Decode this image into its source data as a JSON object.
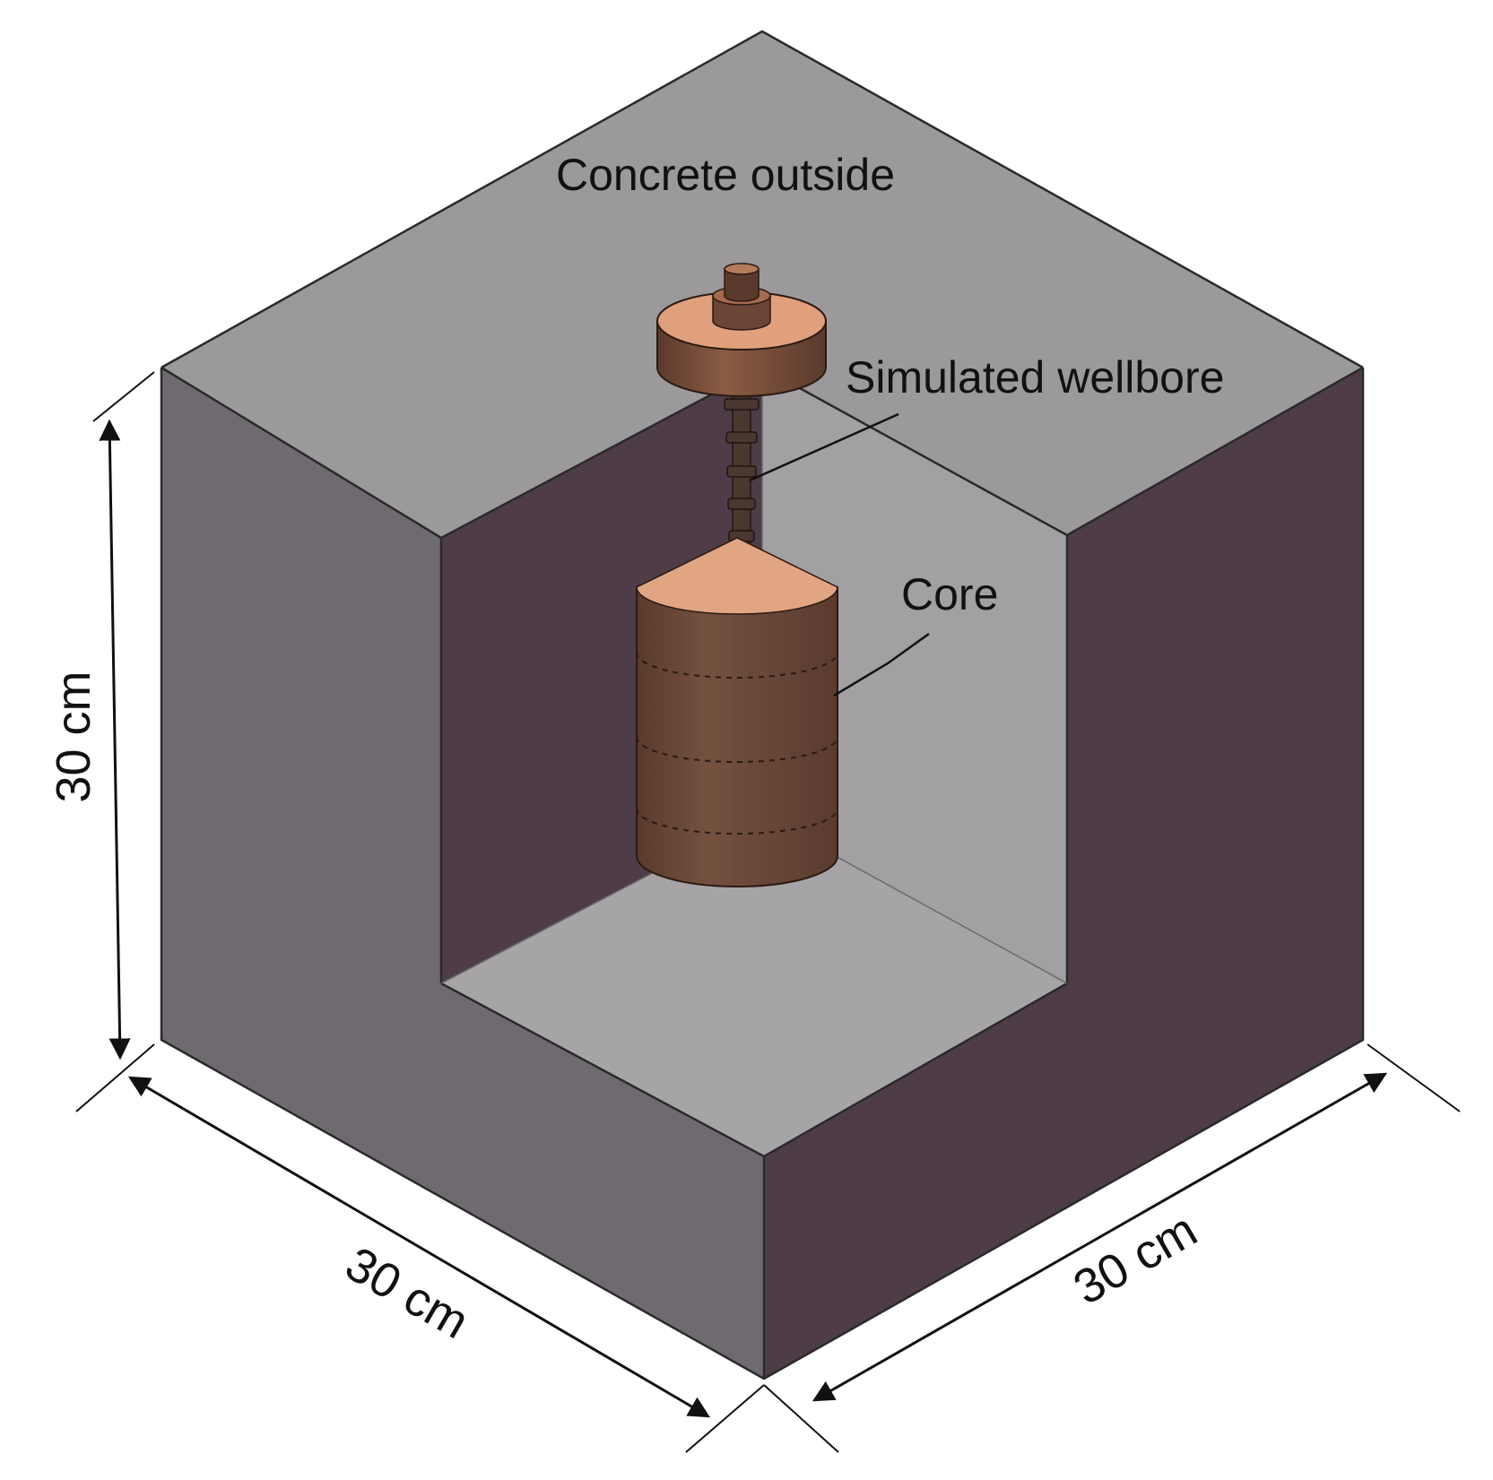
{
  "labels": {
    "concrete": "Concrete outside",
    "wellbore": "Simulated wellbore",
    "core": "Core"
  },
  "dimensions": {
    "height": "30 cm",
    "left_depth": "30 cm",
    "right_depth": "30 cm"
  },
  "colors": {
    "top_face": "#9b999b",
    "left_face": "#6f6a70",
    "right_face": "#4e3d48",
    "cavity_floor": "#a6a4a6",
    "cavity_back_right": "#a2a0a3",
    "core_body": "#6b4a3b",
    "core_top": "#e2a582"
  }
}
